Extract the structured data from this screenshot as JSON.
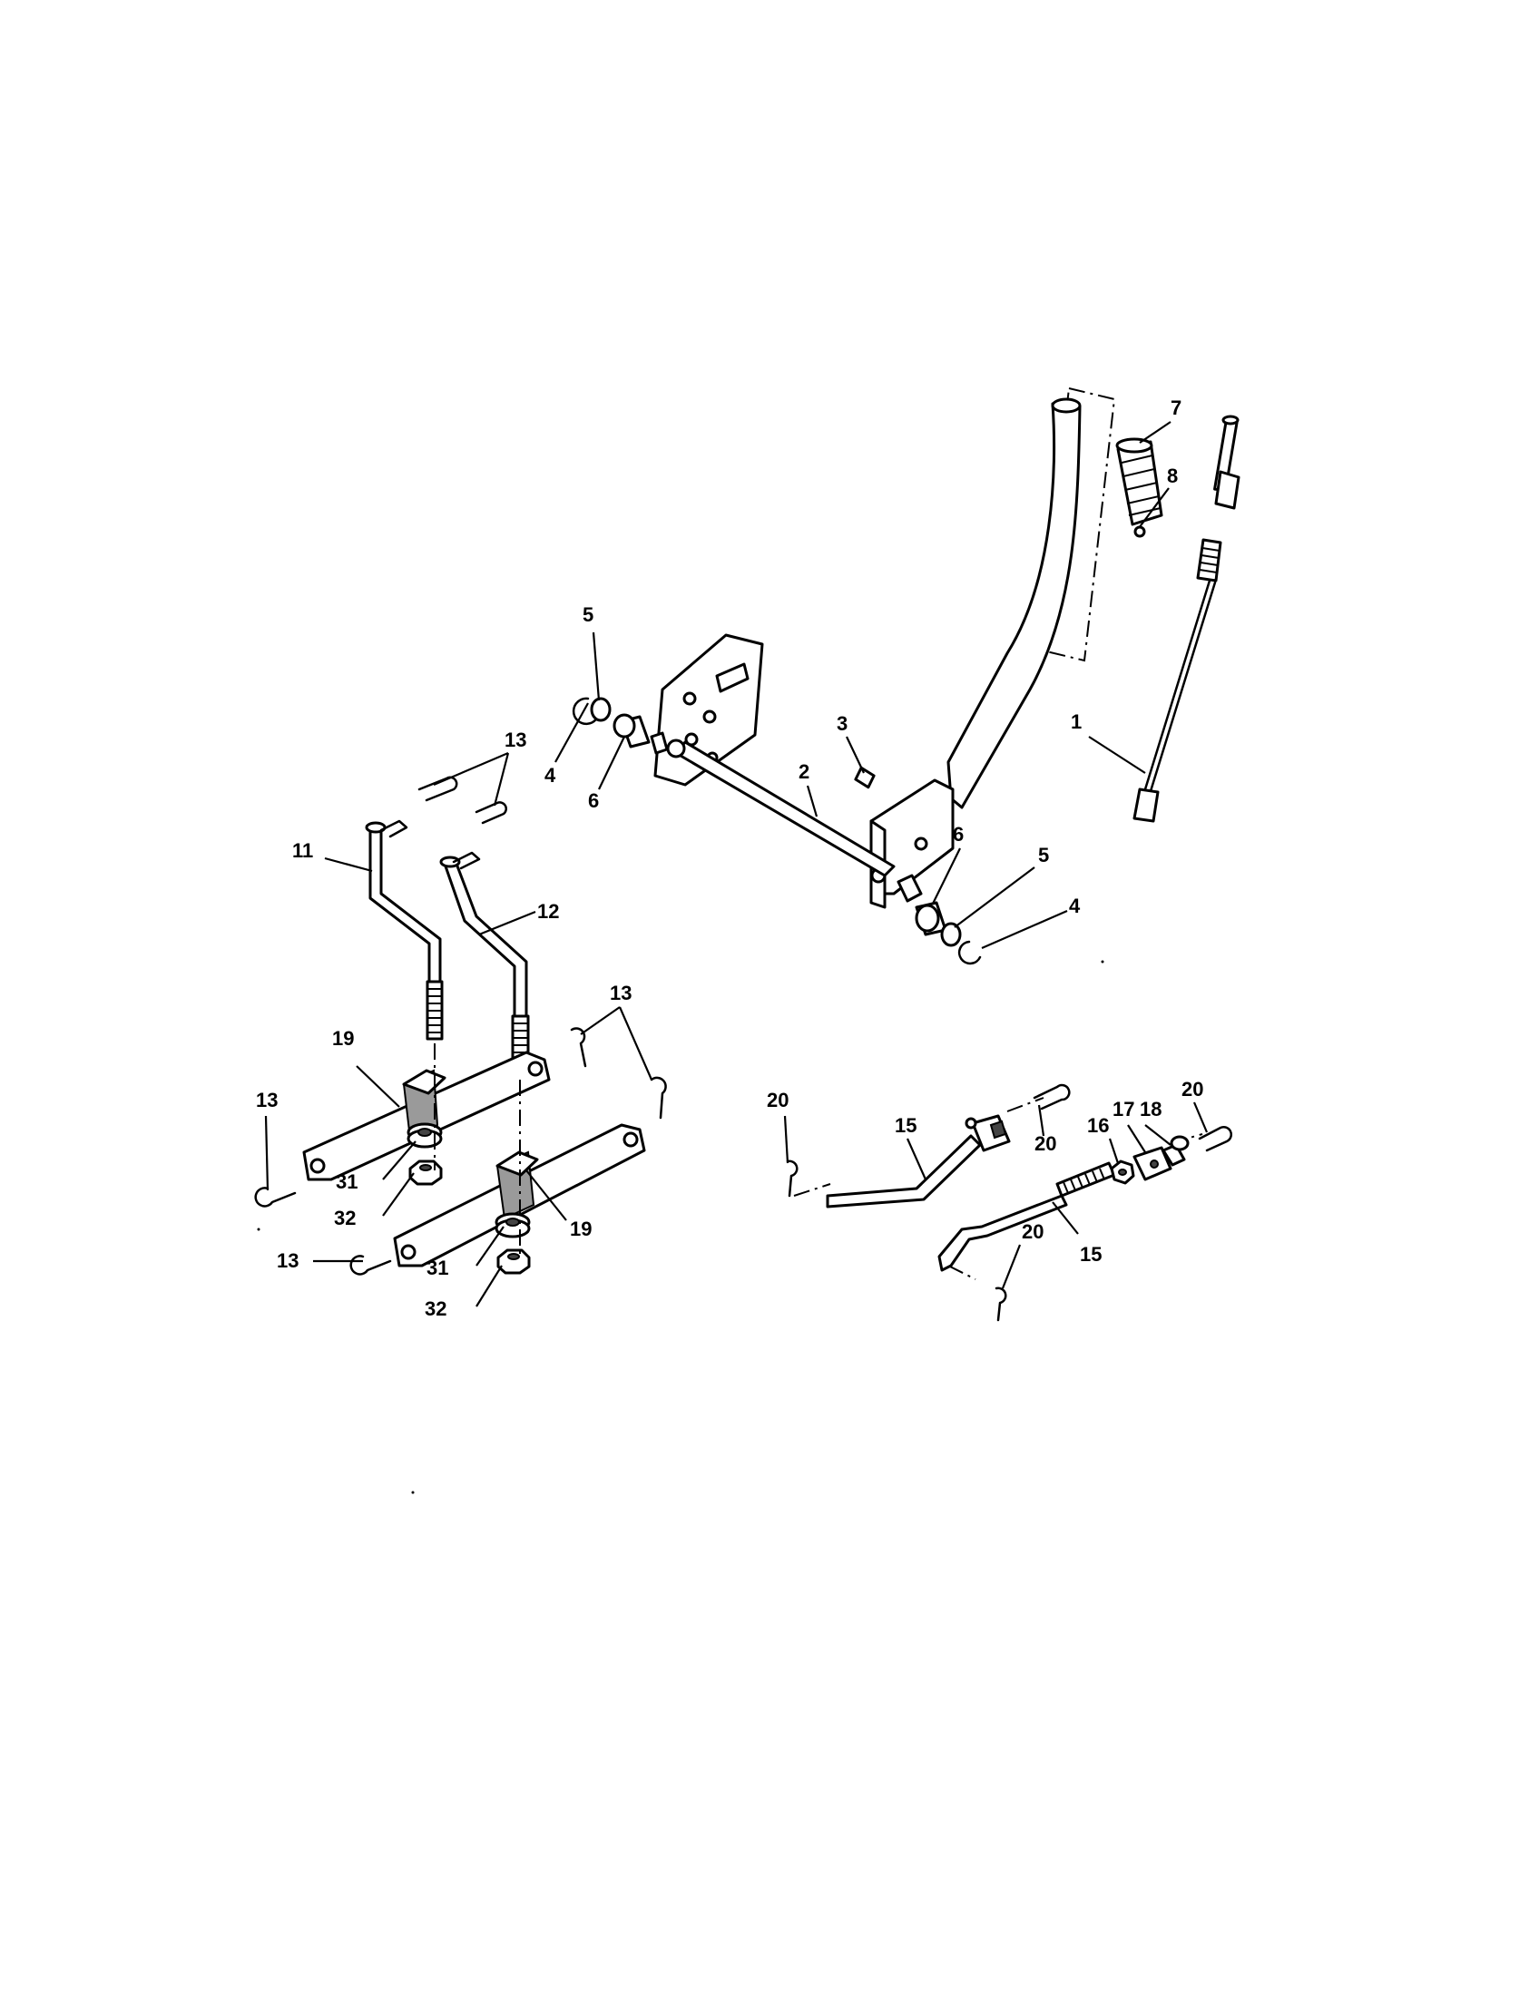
{
  "callouts": [
    {
      "id": "c7",
      "text": "7"
    },
    {
      "id": "c8",
      "text": "8"
    },
    {
      "id": "c1",
      "text": "1"
    },
    {
      "id": "c5a",
      "text": "5"
    },
    {
      "id": "c13a",
      "text": "13"
    },
    {
      "id": "c4a",
      "text": "4"
    },
    {
      "id": "c6a",
      "text": "6"
    },
    {
      "id": "c3",
      "text": "3"
    },
    {
      "id": "c2",
      "text": "2"
    },
    {
      "id": "c6b",
      "text": "6"
    },
    {
      "id": "c5b",
      "text": "5"
    },
    {
      "id": "c4b",
      "text": "4"
    },
    {
      "id": "c11",
      "text": "11"
    },
    {
      "id": "c12",
      "text": "12"
    },
    {
      "id": "c13b",
      "text": "13"
    },
    {
      "id": "c19a",
      "text": "19"
    },
    {
      "id": "c13c",
      "text": "13"
    },
    {
      "id": "c31a",
      "text": "31"
    },
    {
      "id": "c32a",
      "text": "32"
    },
    {
      "id": "c13d",
      "text": "13"
    },
    {
      "id": "c31b",
      "text": "31"
    },
    {
      "id": "c32b",
      "text": "32"
    },
    {
      "id": "c19b",
      "text": "19"
    },
    {
      "id": "c20a",
      "text": "20"
    },
    {
      "id": "c15a",
      "text": "15"
    },
    {
      "id": "c20b",
      "text": "20"
    },
    {
      "id": "c16",
      "text": "16"
    },
    {
      "id": "c17",
      "text": "17"
    },
    {
      "id": "c18",
      "text": "18"
    },
    {
      "id": "c20c",
      "text": "20"
    },
    {
      "id": "c20d",
      "text": "20"
    },
    {
      "id": "c15b",
      "text": "15"
    }
  ]
}
